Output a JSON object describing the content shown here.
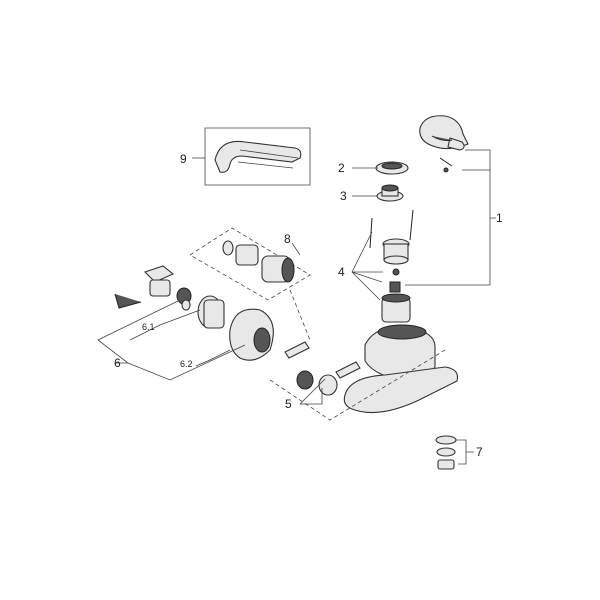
{
  "callouts": {
    "p1": "1",
    "p2": "2",
    "p3": "3",
    "p4": "4",
    "p5": "5",
    "p6": "6",
    "p6_1": "6.1",
    "p6_2": "6.2",
    "p7": "7",
    "p8": "8",
    "p9": "9"
  }
}
